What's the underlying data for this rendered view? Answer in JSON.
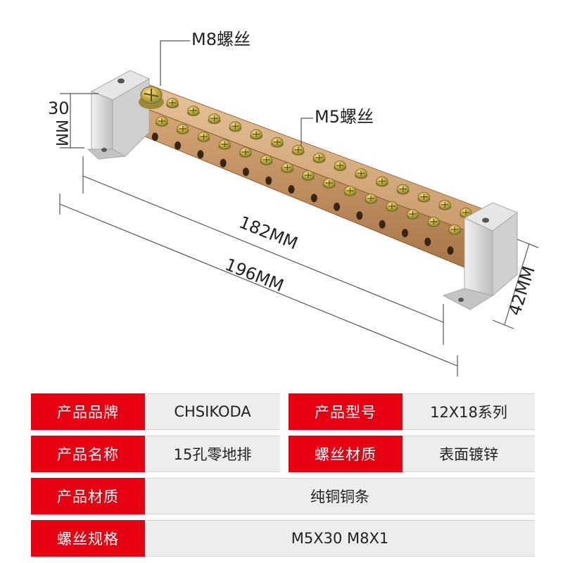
{
  "annotations": {
    "m8_screw": "M8螺丝",
    "m5_screw": "M5螺丝",
    "height_value": "30",
    "height_unit": "MM",
    "inner_length": "182MM",
    "outer_length": "196MM",
    "depth": "42MM"
  },
  "product": {
    "hole_count": 15,
    "colors": {
      "copper": "#c99b6c",
      "copper_dark": "#9e6f44",
      "bracket": "#d4d4d4",
      "screw_gold": "#c8a838",
      "screw_green": "#8aa04a"
    }
  },
  "specs": {
    "colors": {
      "label_bg": "#e60012",
      "value_bg": "#ededed"
    },
    "rows": [
      {
        "label1": "产品品牌",
        "value1": "CHSIKODA",
        "label2": "产品型号",
        "value2": "12X18系列"
      },
      {
        "label1": "产品名称",
        "value1": "15孔零地排",
        "label2": "螺丝材质",
        "value2": "表面镀锌"
      },
      {
        "label": "产品材质",
        "value": "纯铜铜条"
      },
      {
        "label": "螺丝规格",
        "value": "M5X30  M8X1"
      }
    ]
  }
}
